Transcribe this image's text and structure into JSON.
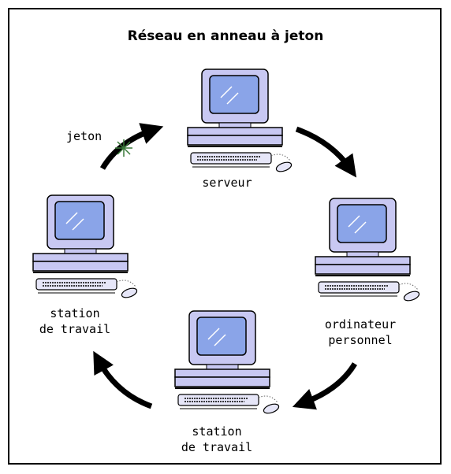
{
  "diagram": {
    "title": "Réseau en anneau à jeton",
    "token_label": "jeton",
    "nodes": [
      {
        "id": "server",
        "lines": [
          "serveur"
        ]
      },
      {
        "id": "pc",
        "lines": [
          "ordinateur",
          "personnel"
        ]
      },
      {
        "id": "ws-bottom",
        "lines": [
          "station",
          "de travail"
        ]
      },
      {
        "id": "ws-left",
        "lines": [
          "station",
          "de travail"
        ]
      }
    ],
    "colors": {
      "monitor_body": "#c8c8f2",
      "screen": "#8aa4e8",
      "outline": "#000000",
      "arrow": "#000000",
      "token": "#3a7a3a"
    }
  }
}
